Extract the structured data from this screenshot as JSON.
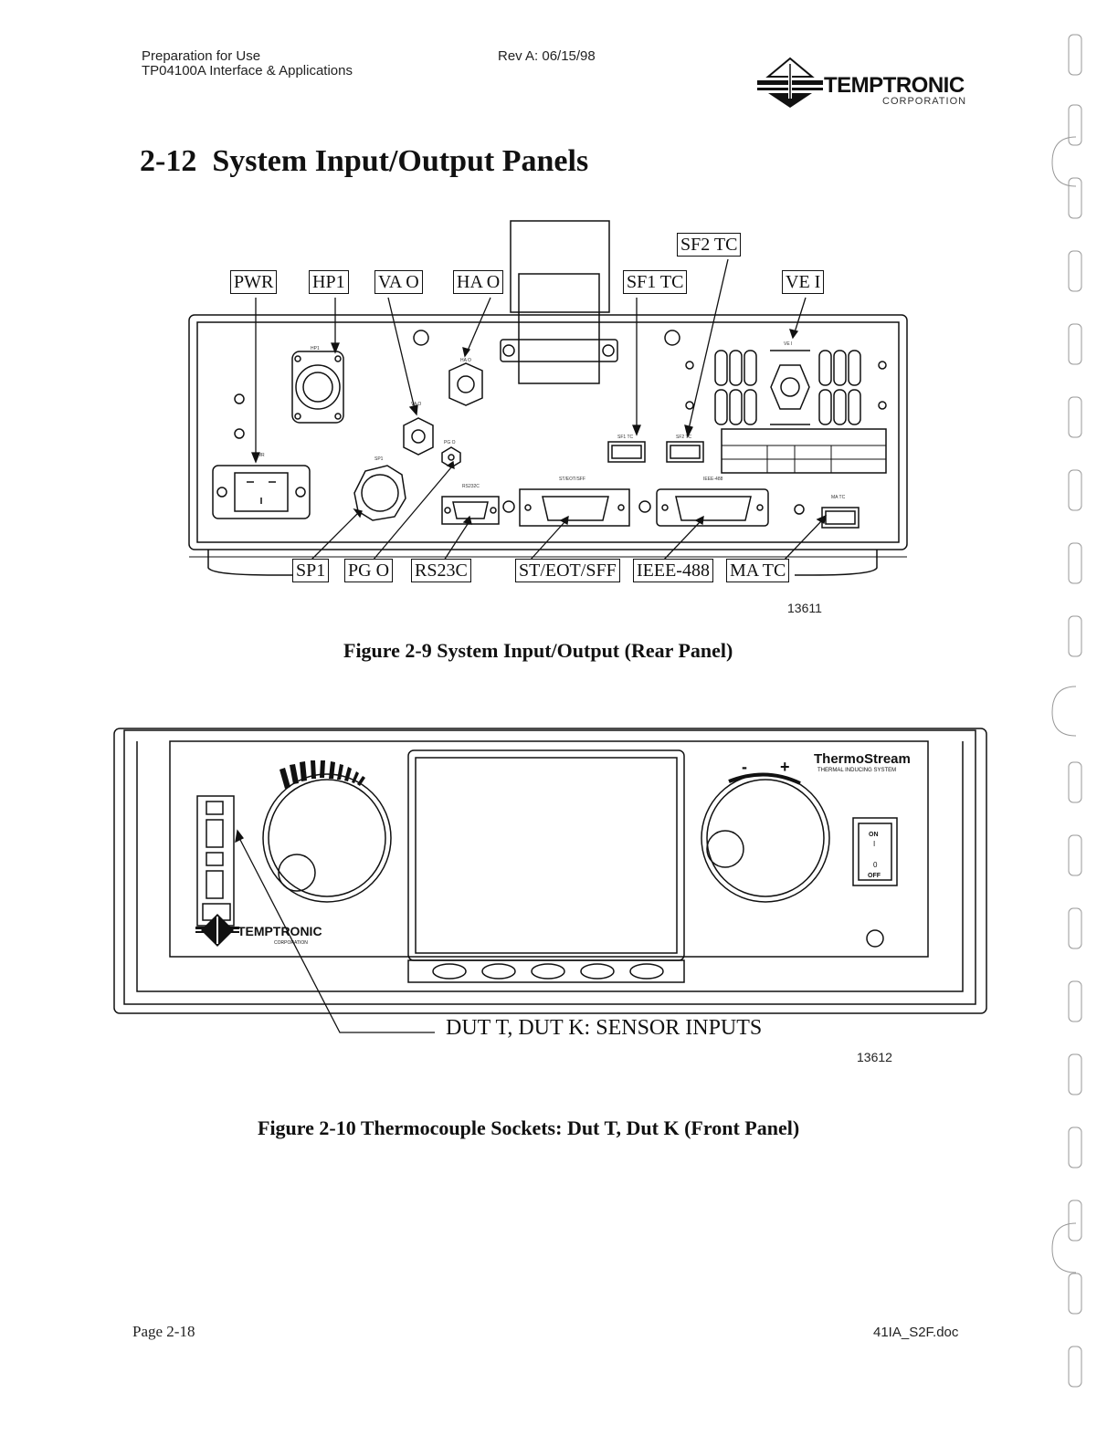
{
  "header": {
    "line1": "Preparation for Use",
    "line2": "TP04100A Interface & Applications",
    "revision": "Rev A: 06/15/98",
    "logo": {
      "name": "TEMPTRONIC",
      "sub": "CORPORATION"
    }
  },
  "section_title": "2-12  System Input/Output Panels",
  "figure1": {
    "callouts": {
      "pwr": "PWR",
      "hp1": "HP1",
      "vao": "VA O",
      "hao": "HA O",
      "sf2tc": "SF2 TC",
      "sf1tc": "SF1 TC",
      "vei": "VE I",
      "sp1": "SP1",
      "pgo": "PG O",
      "rs23c": "RS23C",
      "steotsff": "ST/EOT/SFF",
      "ieee488": "IEEE-488",
      "matc": "MA TC"
    },
    "panel_labels": {
      "hp1": "HP1",
      "hao": "HA O",
      "vao": "VA O",
      "pgo": "PG O",
      "sp1": "SP1",
      "pwr": "PWR",
      "rs232c": "RS232C",
      "stsff": "ST/EOT/SFF",
      "ieee": "IEEE-488",
      "sf1": "SF1 TC",
      "sf2": "SF2 TC",
      "matc": "MA TC",
      "vei": "VE I"
    },
    "drawing_number": "13611",
    "caption": "Figure 2-9 System Input/Output (Rear Panel)"
  },
  "figure2": {
    "brand": "ThermoStream",
    "brand_sub": "THERMAL INDUCING SYSTEM",
    "logo_name": "TEMPTRONIC",
    "logo_sub": "CORPORATION",
    "minus": "-",
    "plus": "+",
    "switch_on": "ON",
    "switch_i": "I",
    "switch_o": "0",
    "switch_off": "OFF",
    "callout": "DUT T, DUT K: SENSOR INPUTS",
    "drawing_number": "13612",
    "caption": "Figure 2-10 Thermocouple Sockets: Dut T, Dut K (Front Panel)"
  },
  "footer": {
    "page": "Page 2-18",
    "file": "41IA_S2F.doc"
  }
}
